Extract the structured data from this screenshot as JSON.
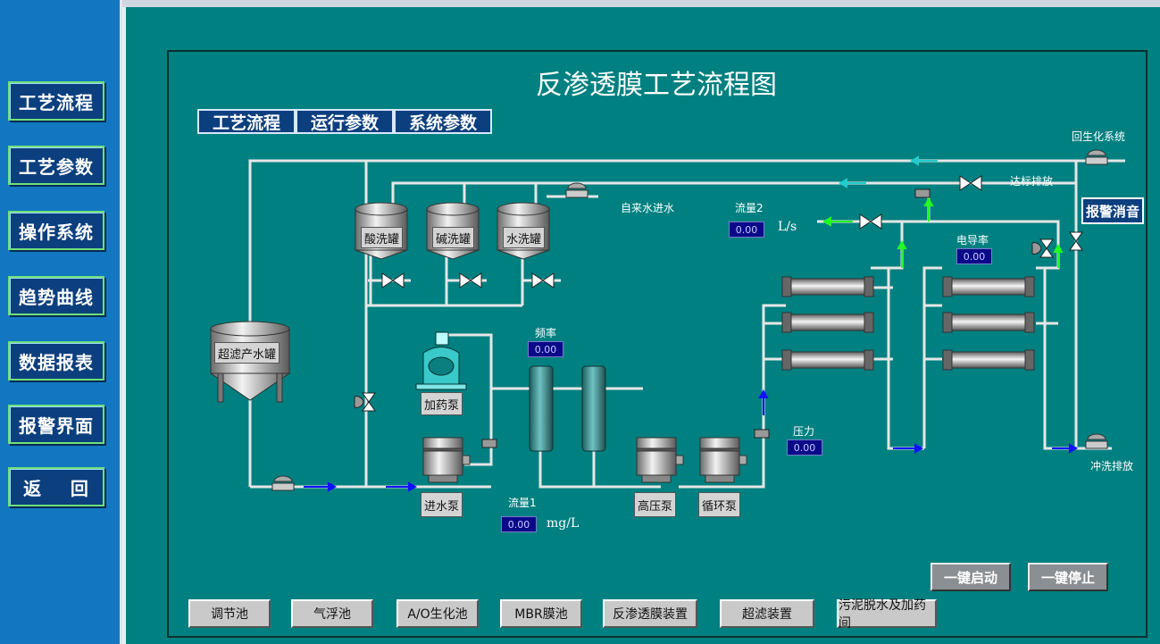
{
  "sidebar": {
    "items": [
      {
        "label": "工艺流程"
      },
      {
        "label": "工艺参数"
      },
      {
        "label": "操作系统"
      },
      {
        "label": "趋势曲线"
      },
      {
        "label": "数据报表"
      },
      {
        "label": "报警界面"
      },
      {
        "label": "返    回"
      }
    ]
  },
  "header": {
    "title": "反渗透膜工艺流程图"
  },
  "tabs": [
    {
      "label": "工艺流程"
    },
    {
      "label": "运行参数"
    },
    {
      "label": "系统参数"
    }
  ],
  "labels": {
    "return_bio": "回生化系统",
    "standard_discharge": "达标排放",
    "tap_water": "自来水进水",
    "flow2": "流量2",
    "flow2_unit": "L/s",
    "conductivity": "电导率",
    "frequency": "频率",
    "pressure": "压力",
    "flow1": "流量1",
    "flow1_unit": "mg/L",
    "flush_discharge": "冲洗排放"
  },
  "readouts": {
    "flow2": "0.00",
    "conductivity": "0.00",
    "frequency": "0.00",
    "pressure": "0.00",
    "flow1": "0.00"
  },
  "equipment": {
    "acid_tank": "酸洗罐",
    "alkali_tank": "碱洗罐",
    "water_tank": "水洗罐",
    "uf_tank": "超滤产水罐",
    "dosing_pump": "加药泵",
    "feed_pump": "进水泵",
    "hp_pump": "高压泵",
    "circ_pump": "循环泵"
  },
  "alarm_button": "报警消音",
  "controls": {
    "start": "一键启动",
    "stop": "一键停止"
  },
  "bottom_nav": [
    {
      "label": "调节池"
    },
    {
      "label": "气浮池"
    },
    {
      "label": "A/O生化池"
    },
    {
      "label": "MBR膜池"
    },
    {
      "label": "反渗透膜装置"
    },
    {
      "label": "超滤装置"
    },
    {
      "label": "污泥脱水及加药间"
    }
  ],
  "colors": {
    "background": "#008080",
    "sidebar": "#1277c0",
    "button_bg": "#0c3f7e",
    "pipe": "#e6e6e6",
    "flow_arrow_blue": "#1010ff",
    "flow_arrow_green": "#22ff22"
  }
}
